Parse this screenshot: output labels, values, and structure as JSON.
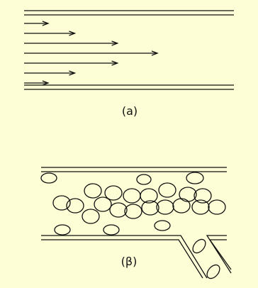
{
  "colors": {
    "background": "#fdfdd6",
    "ink": "#111111"
  },
  "panel_a": {
    "label": "(a)",
    "velocity_arrows": [
      {
        "id": "arrow-1",
        "relative_length": 0.18
      },
      {
        "id": "arrow-2",
        "relative_length": 0.38
      },
      {
        "id": "arrow-3",
        "relative_length": 0.7
      },
      {
        "id": "arrow-4",
        "relative_length": 1.0
      },
      {
        "id": "arrow-5",
        "relative_length": 0.7
      },
      {
        "id": "arrow-6",
        "relative_length": 0.38
      },
      {
        "id": "arrow-7",
        "relative_length": 0.18
      }
    ]
  },
  "panel_b": {
    "label": "(β)"
  }
}
